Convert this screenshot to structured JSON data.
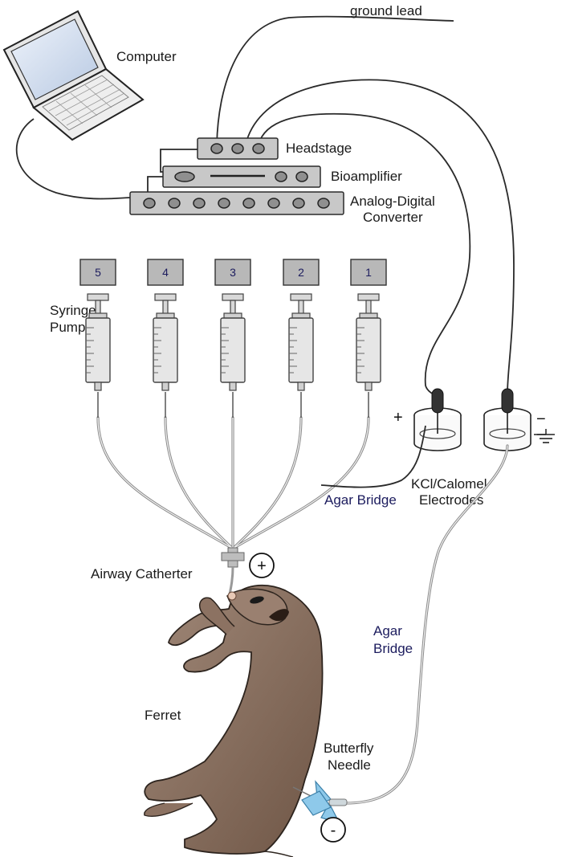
{
  "labels": {
    "ground_lead": "ground lead",
    "computer": "Computer",
    "headstage": "Headstage",
    "bioamplifier": "Bioamplifier",
    "adc_line1": "Analog-Digital",
    "adc_line2": "Converter",
    "syringe_line1": "Syringe",
    "syringe_line2": "Pumps",
    "electrodes_line1": "KCl/Calomel",
    "electrodes_line2": "Electrodes",
    "agar_bridge_1": "Agar Bridge",
    "agar_bridge_2_line1": "Agar",
    "agar_bridge_2_line2": "Bridge",
    "airway_catheter": "Airway Catherter",
    "ferret": "Ferret",
    "butterfly_line1": "Butterfly",
    "butterfly_line2": "Needle"
  },
  "pumps": [
    "5",
    "4",
    "3",
    "2",
    "1"
  ],
  "symbols": {
    "plus": "+",
    "minus": "−",
    "circle_plus": "+",
    "circle_minus": "-"
  },
  "colors": {
    "device_fill": "#c8c8c8",
    "knob_fill": "#8f8f8f",
    "tubing": "#8a8a8a",
    "ferret_fur": "#8c7262",
    "needle": "#8ec9ea",
    "label_blue": "#1c1c5e",
    "screen": "#dce6f4"
  },
  "icons": [
    "laptop-icon",
    "ground-symbol-icon",
    "syringe-icon",
    "electrode-cup-icon",
    "butterfly-needle-icon",
    "ferret-illustration"
  ]
}
